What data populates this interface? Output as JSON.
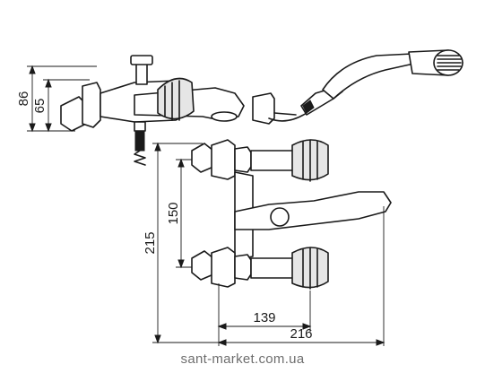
{
  "dimensions": {
    "side_overall_height": "86",
    "side_body_height": "65",
    "inlet_spacing": "150",
    "front_overall_height": "215",
    "projection_to_handle": "139",
    "overall_depth": "216"
  },
  "watermark": "sant-market.com.ua"
}
